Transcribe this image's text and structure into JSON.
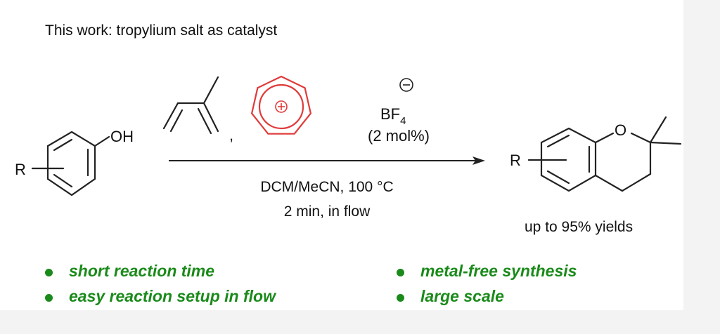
{
  "title": "This work: tropylium salt as catalyst",
  "reactant": {
    "substituent": "R",
    "group": "OH"
  },
  "catalyst": {
    "anion": "BF",
    "anion_sub": "4",
    "loading": "(2 mol%)",
    "separator": ","
  },
  "conditions": {
    "line1": "DCM/MeCN, 100 °C",
    "line2": "2 min, in flow"
  },
  "product": {
    "substituent": "R",
    "heteroatom": "O",
    "yield": "up to 95% yields"
  },
  "features": {
    "left": [
      "short reaction time",
      "easy reaction setup in flow"
    ],
    "right": [
      "metal-free synthesis",
      "large scale"
    ]
  },
  "colors": {
    "catalyst": "#e03a3a",
    "features": "#1a8a1a"
  }
}
